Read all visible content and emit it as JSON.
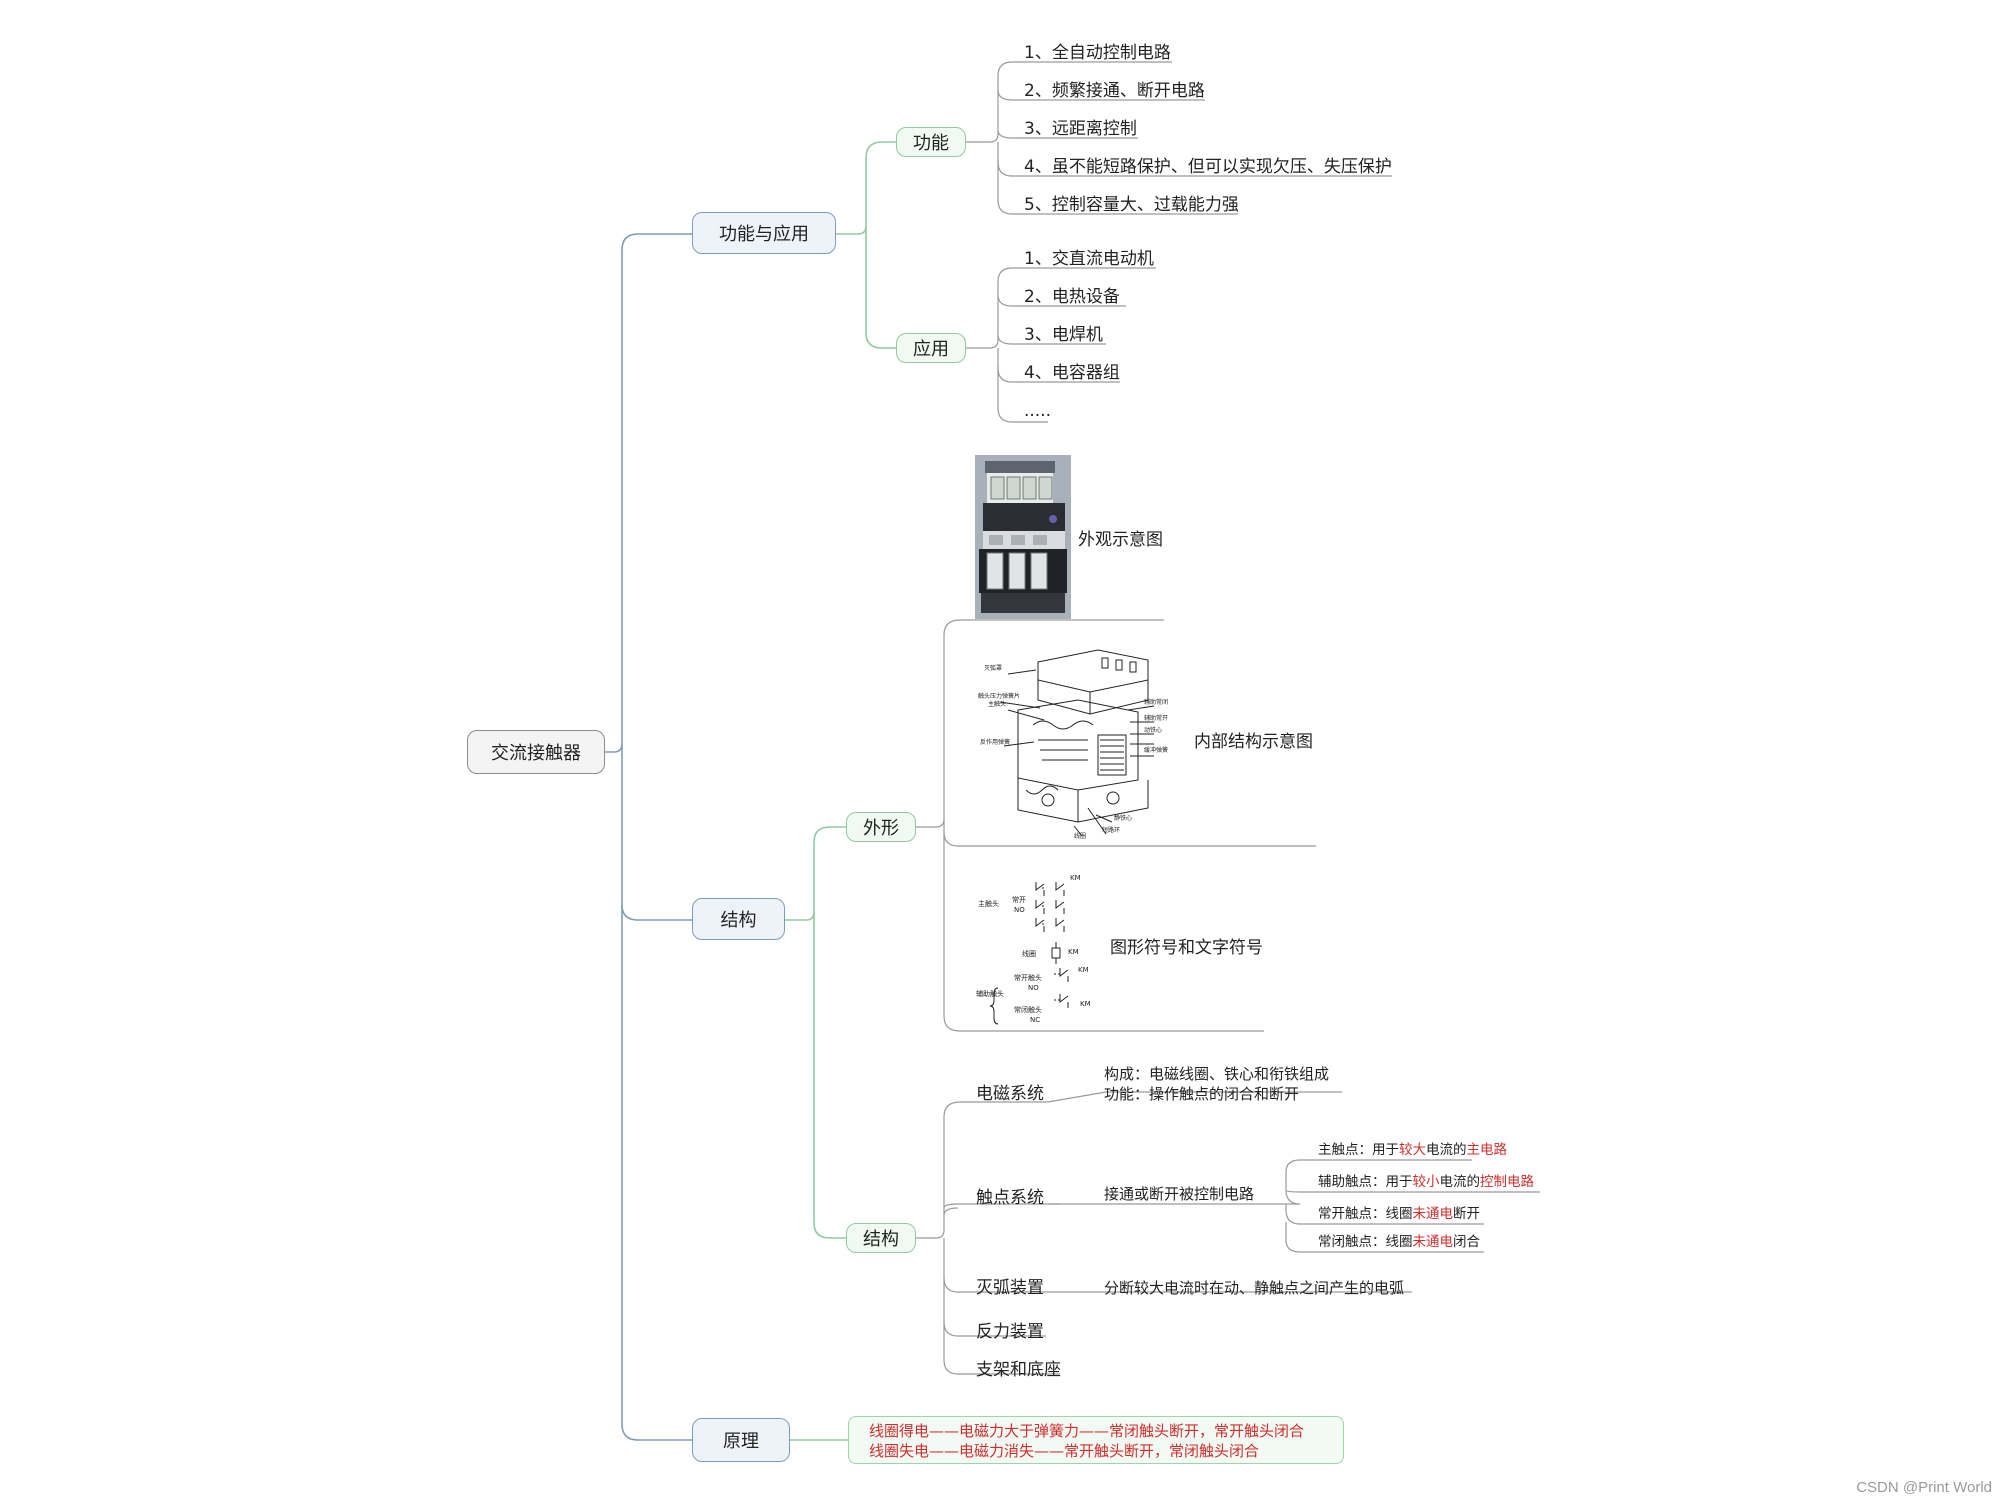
{
  "root": {
    "label": "交流接触器"
  },
  "branches": {
    "func_app": {
      "label": "功能与应用",
      "function": {
        "label": "功能",
        "items": [
          "1、全自动控制电路",
          "2、频繁接通、断开电路",
          "3、远距离控制",
          "4、虽不能短路保护、但可以实现欠压、失压保护",
          "5、控制容量大、过载能力强"
        ]
      },
      "application": {
        "label": "应用",
        "items": [
          "1、交直流电动机",
          "2、电热设备",
          "3、电焊机",
          "4、电容器组",
          "....."
        ]
      }
    },
    "structure": {
      "label": "结构",
      "appearance": {
        "label": "外形",
        "items": [
          "外观示意图",
          "内部结构示意图",
          "图形符号和文字符号"
        ],
        "internal_diagram_labels": [
          "灭弧罩",
          "触头压力弹簧片",
          "主触头",
          "反作用弹簧",
          "辅助常闭触头",
          "辅助常开触头",
          "动铁心",
          "缓冲弹簧",
          "静铁心",
          "短路环",
          "线圈"
        ],
        "symbol_labels": {
          "main_contact": "主触头",
          "no": "常开",
          "no_code": "NO",
          "km": "KM",
          "coil": "线圈",
          "aux": "辅助触头",
          "aux_no": "常开触头",
          "aux_nc": "常闭触头",
          "nc_code": "NC"
        }
      },
      "structure_sub": {
        "label": "结构",
        "em": {
          "label": "电磁系统",
          "line1": "构成：电磁线圈、铁心和衔铁组成",
          "line2": "功能：操作触点的闭合和断开"
        },
        "contact": {
          "label": "触点系统",
          "desc": "接通或断开被控制电路",
          "items": [
            {
              "a": "主触点：用于",
              "b": "较大",
              "c": "电流的",
              "d": "主电路",
              "e": ""
            },
            {
              "a": "辅助触点：用于",
              "b": "较小",
              "c": "电流的",
              "d": "控制电路",
              "e": ""
            },
            {
              "a": "常开触点：线圈",
              "b": "未通电",
              "c": "断开",
              "d": "",
              "e": ""
            },
            {
              "a": "常闭触点：线圈",
              "b": "未通电",
              "c": "闭合",
              "d": "",
              "e": ""
            }
          ]
        },
        "arc": {
          "label": "灭弧装置",
          "desc": "分断较大电流时在动、静触点之间产生的电弧"
        },
        "reaction": {
          "label": "反力装置"
        },
        "support": {
          "label": "支架和底座"
        }
      }
    },
    "principle": {
      "label": "原理",
      "lines": [
        "线圈得电——电磁力大于弹簧力——常闭触头断开，常开触头闭合",
        "线圈失电——电磁力消失——常开触头断开，常闭触头闭合"
      ]
    }
  },
  "watermark": "CSDN @Print World",
  "colors": {
    "blue_line": "#7e9cbf",
    "green_line": "#93c9a0",
    "gray_line": "#9a9a9a",
    "red_text": "#d22d2d"
  }
}
